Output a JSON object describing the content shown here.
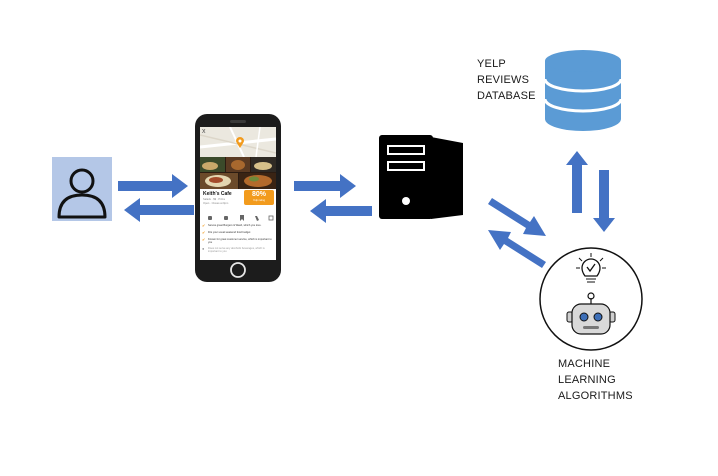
{
  "database_label": [
    "YELP",
    "REVIEWS",
    "DATABASE"
  ],
  "ml_label": [
    "MACHINE",
    "LEARNING",
    "ALGORITHMS"
  ],
  "app": {
    "close": "x",
    "title": "Keith's Cafe",
    "meta_lines": [
      "Salads · $$ · Pizza",
      "Open · Closes at 9pm"
    ],
    "badge_value": "80%",
    "badge_sub": "Yelp rating",
    "features": [
      "Serves great Burgers & Wash, which you love.",
      "Fits your usual weekend food budget",
      "Known for great customer service, which is important to you",
      "Does not serve any alcoholic beverages, which is important to you"
    ]
  },
  "colors": {
    "arrow": "#4472c4",
    "db": "#5b9bd5",
    "user_bg": "#b4c7e7",
    "badge": "#f29b1d",
    "device": "#111111"
  },
  "icons": [
    "user-icon",
    "smartphone-icon",
    "server-icon",
    "database-icon",
    "lightbulb-icon",
    "robot-icon"
  ]
}
